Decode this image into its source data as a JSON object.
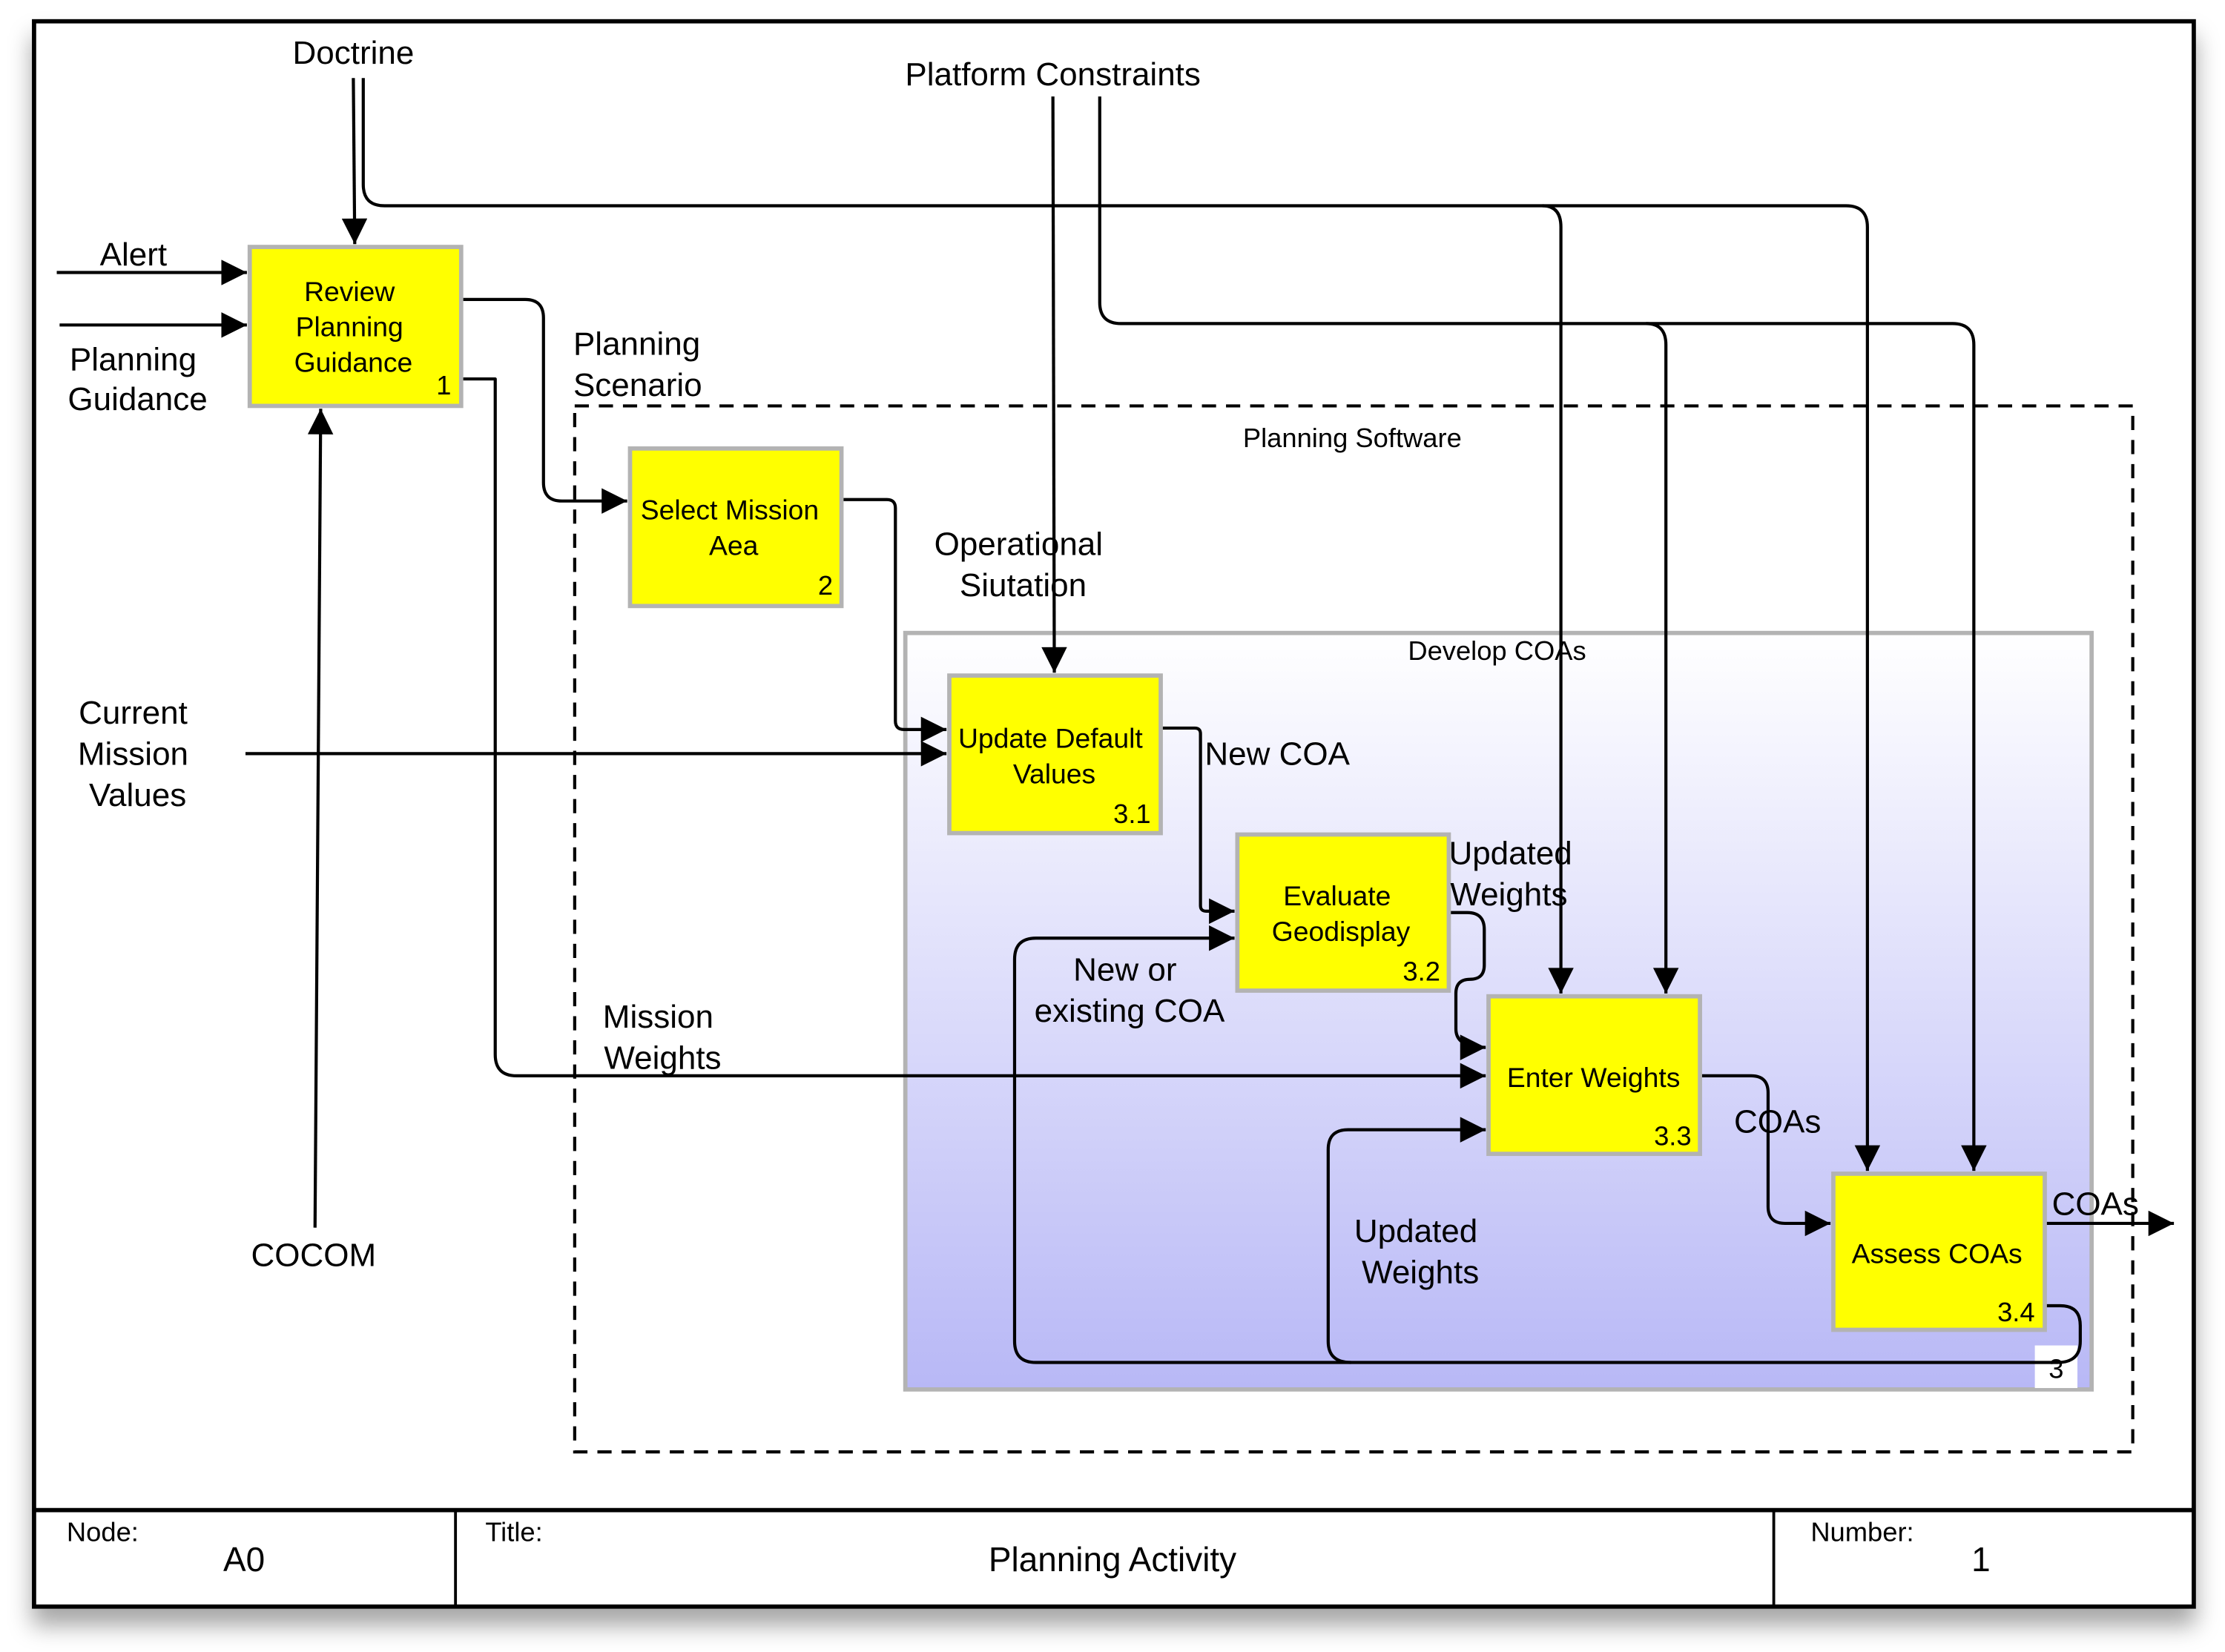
{
  "diagram": {
    "type": "IDEF0 activity diagram",
    "colors": {
      "activity_fill": "#ffff00",
      "activity_border": "#b3b3b3",
      "group_gradient_top": "#ffffff",
      "group_gradient_bottom": "#b8b8f6",
      "group_border": "#b3b3b3",
      "line": "#000000"
    },
    "activities": [
      {
        "id": "1",
        "lines": [
          "Review",
          "Planning",
          "Guidance"
        ],
        "number": "1"
      },
      {
        "id": "2",
        "lines": [
          "Select Mission",
          "Aea"
        ],
        "number": "2"
      },
      {
        "id": "3.1",
        "lines": [
          "Update Default",
          "Values"
        ],
        "number": "3.1"
      },
      {
        "id": "3.2",
        "lines": [
          "Evaluate",
          "Geodisplay"
        ],
        "number": "3.2"
      },
      {
        "id": "3.3",
        "lines": [
          "Enter Weights"
        ],
        "number": "3.3"
      },
      {
        "id": "3.4",
        "lines": [
          "Assess COAs"
        ],
        "number": "3.4"
      }
    ],
    "groups": {
      "planning_software": {
        "label": "Planning Software"
      },
      "develop_coas": {
        "label": "Develop COAs",
        "number": "3"
      }
    },
    "flow_labels": {
      "doctrine": "Doctrine",
      "platform_constraints": "Platform Constraints",
      "alert": "Alert",
      "planning_guidance": [
        "Planning",
        "Guidance"
      ],
      "planning_scenario": [
        "Planning",
        "Scenario"
      ],
      "operational_situation": [
        "Operational",
        "Siutation"
      ],
      "current_mission_values": [
        "Current",
        "Mission",
        "Values"
      ],
      "new_coa": "New COA",
      "updated_weights_top": [
        "Updated",
        "Weights"
      ],
      "new_or_existing_coa": [
        "New or",
        "existing COA"
      ],
      "mission_weights": [
        "Mission",
        "Weights"
      ],
      "coas_mid": "COAs",
      "coas_out": "COAs",
      "updated_weights_bottom": [
        "Updated",
        "Weights"
      ],
      "cocom": "COCOM"
    }
  },
  "footer": {
    "node_label": "Node:",
    "node_value": "A0",
    "title_label": "Title:",
    "title_value": "Planning Activity",
    "number_label": "Number:",
    "number_value": "1"
  }
}
